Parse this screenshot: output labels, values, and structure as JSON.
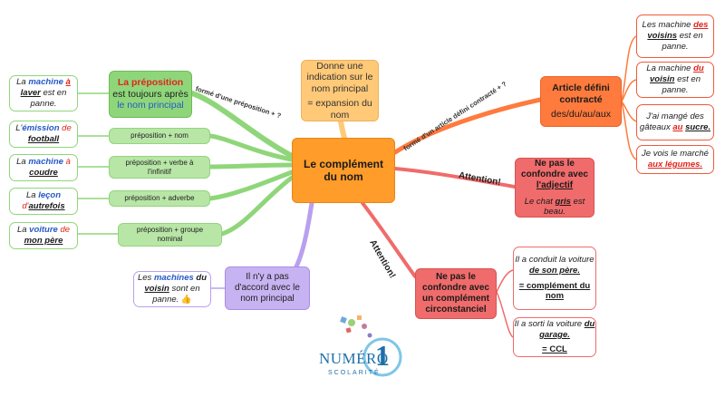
{
  "center": {
    "title": "Le complément du nom"
  },
  "top_box": {
    "line1": "Donne une indication sur le nom principal",
    "line2": "= expansion du nom"
  },
  "preposition": {
    "title": "La préposition",
    "text_a": "est toujours après ",
    "text_b": "le nom principal",
    "link_label": "formé d'une préposition + ?",
    "rules": [
      {
        "label": "préposition + nom"
      },
      {
        "label": "préposition + verbe à l'infinitif"
      },
      {
        "label": "préposition + adverbe"
      },
      {
        "label": "préposition + groupe nominal"
      }
    ]
  },
  "left_examples": [
    {
      "pre": "La ",
      "a": "machine",
      "b": "à",
      "c": "laver",
      "post": " est en panne."
    },
    {
      "pre": "L'",
      "a": "émission",
      "b": "de",
      "c": "football",
      "post": ""
    },
    {
      "pre": "La ",
      "a": "machine",
      "b": "à",
      "c": "coudre",
      "post": ""
    },
    {
      "pre": "La ",
      "a": "leçon",
      "b": "d'",
      "c": "autrefois",
      "post": ""
    },
    {
      "pre": "La ",
      "a": "voiture",
      "b": "de",
      "c": "mon père",
      "post": ""
    }
  ],
  "accord": {
    "text": "Il n'y a pas d'accord avec le nom principal",
    "example": {
      "pre": "Les ",
      "a": "machines",
      "b": "du",
      "c": "voisin",
      "post": " sont en panne.",
      "emoji": "👍"
    }
  },
  "article": {
    "title": "Article défini contracté",
    "subtitle": "des/du/au/aux",
    "link_label": "formé d'un article défini contracté + ?",
    "examples": [
      {
        "pre": "Les machine ",
        "red": "des",
        "bold": "voisins",
        "post": " est en panne."
      },
      {
        "pre": "La machine ",
        "red": "du",
        "bold": "voisin",
        "post": " est en panne."
      },
      {
        "pre": "J'ai mangé des gâteaux ",
        "red": "au",
        "bold": "sucre.",
        "post": ""
      },
      {
        "pre": "Je vois le marché ",
        "red": "",
        "bold": "aux légumes.",
        "post": ""
      }
    ]
  },
  "adjectif": {
    "attention": "Attention!",
    "title_a": "Ne pas le confondre avec ",
    "title_b": "l'adjectif",
    "example_a": "Le chat ",
    "example_b": "gris",
    "example_c": " est beau."
  },
  "circonstanciel": {
    "attention": "Attention!",
    "title": "Ne pas le confondre avec un complément circonstanciel",
    "ex1": {
      "a": "Il a conduit la voiture ",
      "b": "de son père.",
      "c": "= complément du nom"
    },
    "ex2": {
      "a": "Il a sorti la voiture ",
      "b": "du garage.",
      "c": "= CCL"
    }
  },
  "logo": {
    "word": "NUMÉRO",
    "number": "1",
    "sub": "SCOLARITÉ"
  },
  "colors": {
    "center": "#ff9c2a",
    "green": "#8fd67a",
    "red": "#f06b6b",
    "orange_red": "#ff7a3d",
    "purple": "#b9a0ef",
    "top_box": "#ffc978",
    "blue_text": "#2558c7",
    "red_text": "#e0241b"
  }
}
